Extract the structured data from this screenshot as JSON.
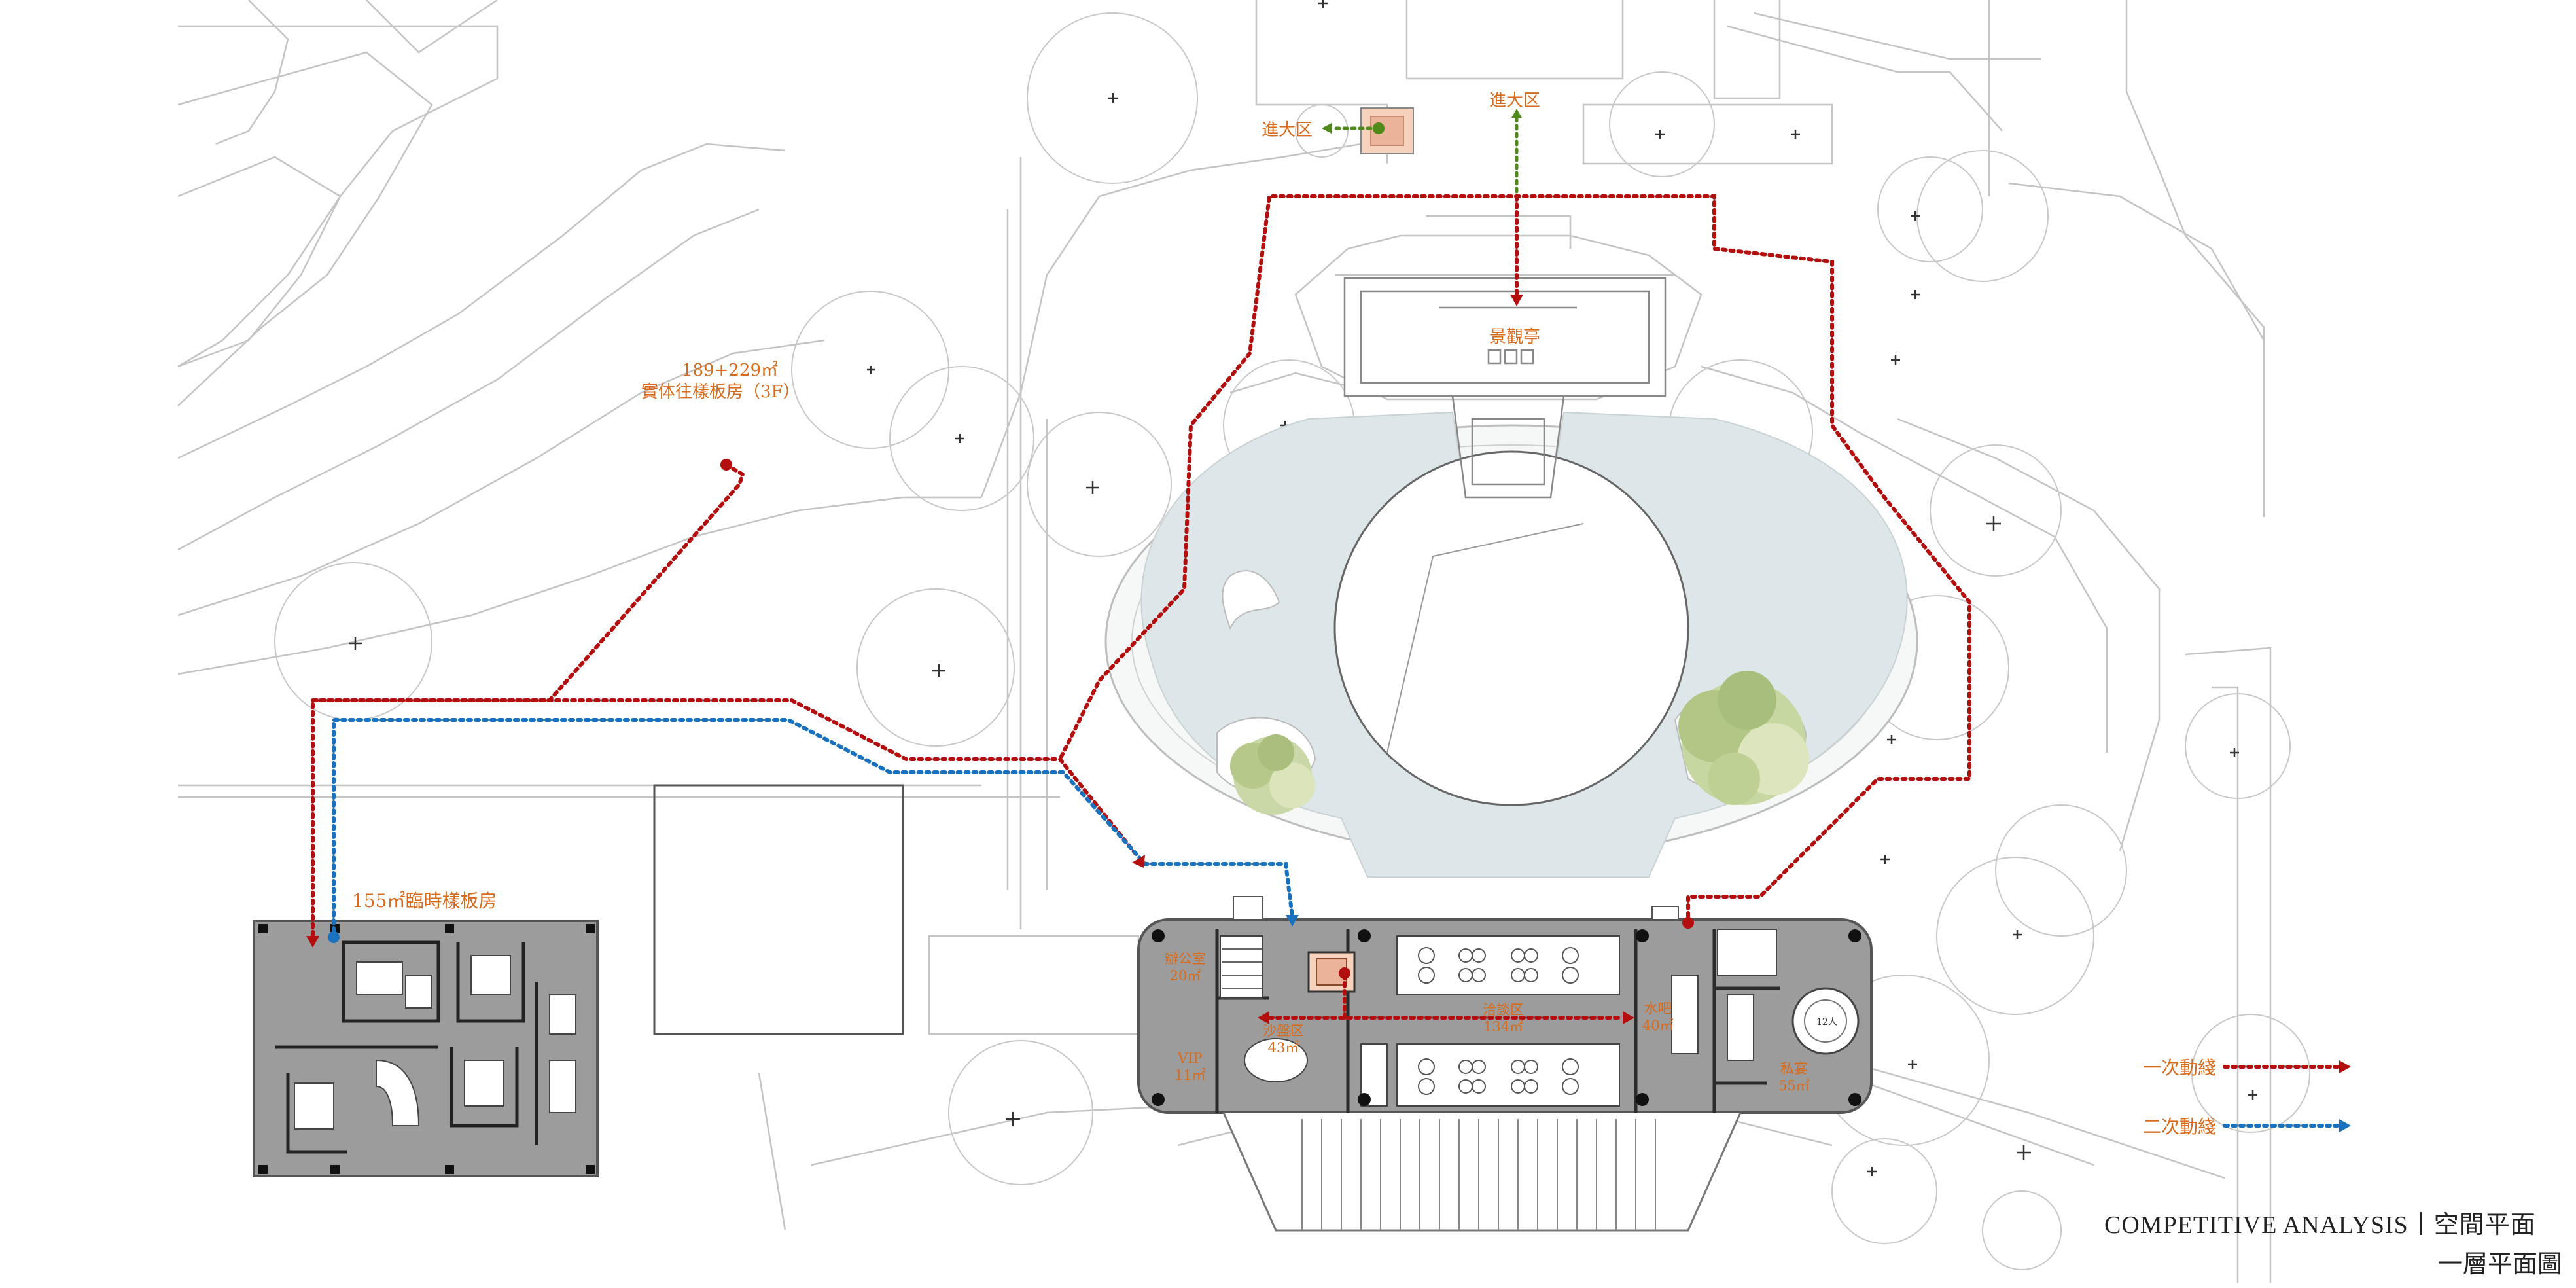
{
  "labels": {
    "pavilion": "景觀亭",
    "entry_left": "進大区",
    "entry_top": "進大区",
    "showflat_area": "189+229㎡",
    "showflat_desc": "實体往樣板房（3F）",
    "temp_showflat": "155㎡臨時樣板房"
  },
  "zones": {
    "office_name": "辦公室",
    "office_area": "20㎡",
    "sand_name": "沙盤区",
    "sand_area": "43㎡",
    "vip_name": "VIP",
    "vip_area": "11㎡",
    "nego_name": "洽談区",
    "nego_area": "134㎡",
    "water_name": "水吧",
    "water_area": "40㎡",
    "private_name": "私宴",
    "private_area": "55㎡",
    "table_seats": "12人"
  },
  "legend": {
    "primary": "一次動綫",
    "secondary": "二次動綫",
    "primary_color": "#b30f0f",
    "secondary_color": "#1a72bf"
  },
  "colors": {
    "water": "#dde6e8",
    "building_fill": "#9c9c9c",
    "linework": "#bdbdbd",
    "label_orange": "#d86a1c",
    "arrow_green": "#4f8a1b"
  },
  "title": {
    "main": "COMPETITIVE ANALYSIS丨空間平面",
    "sub": "一層平面圖"
  }
}
